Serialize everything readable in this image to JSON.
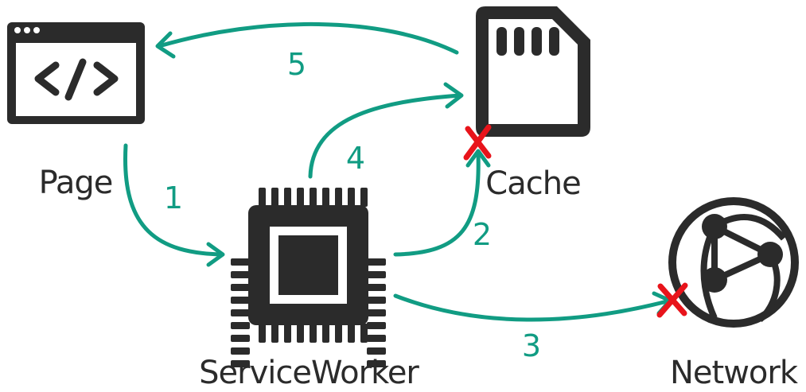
{
  "nodes": {
    "page": {
      "label": "Page"
    },
    "service_worker": {
      "label": "ServiceWorker"
    },
    "cache": {
      "label": "Cache"
    },
    "network": {
      "label": "Network"
    }
  },
  "steps": {
    "s1": "1",
    "s2": "2",
    "s3": "3",
    "s4": "4",
    "s5": "5"
  },
  "icons": {
    "page": "browser-code-window-icon",
    "service_worker": "cpu-chip-icon",
    "cache": "sd-card-icon",
    "network": "globe-network-icon",
    "failure": "red-x-icon"
  },
  "colors": {
    "arrow": "#119c83",
    "icon": "#2b2b2b",
    "failure": "#e8141b"
  }
}
